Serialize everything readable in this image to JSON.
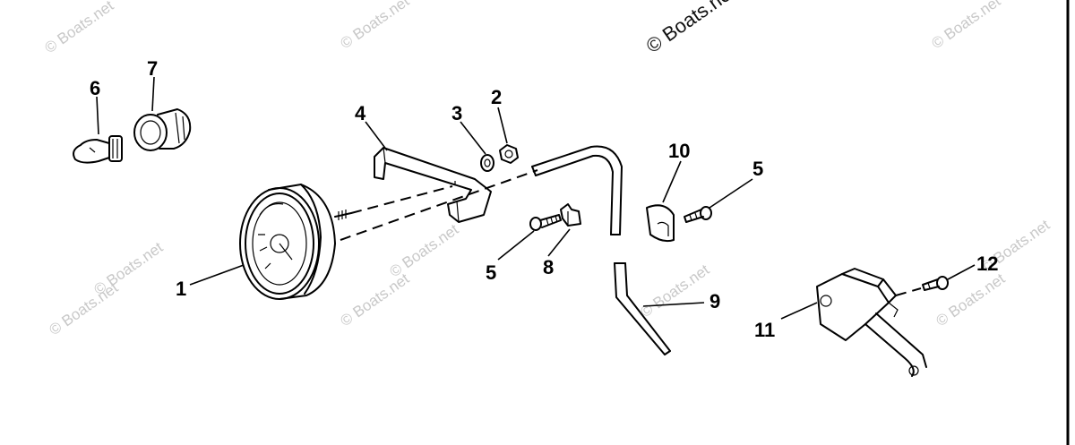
{
  "diagram": {
    "callouts": [
      {
        "id": "1",
        "text": "1"
      },
      {
        "id": "2",
        "text": "2"
      },
      {
        "id": "3",
        "text": "3"
      },
      {
        "id": "4",
        "text": "4"
      },
      {
        "id": "5a",
        "text": "5"
      },
      {
        "id": "5b",
        "text": "5"
      },
      {
        "id": "6",
        "text": "6"
      },
      {
        "id": "7",
        "text": "7"
      },
      {
        "id": "8",
        "text": "8"
      },
      {
        "id": "9",
        "text": "9"
      },
      {
        "id": "10",
        "text": "10"
      },
      {
        "id": "11",
        "text": "11"
      },
      {
        "id": "12",
        "text": "12"
      }
    ],
    "watermarks": [
      "© Boats.net",
      "© Boats.net",
      "© Boats.net",
      "© Boats.net",
      "© Boats.net",
      "© Boats.net",
      "© Boats.net",
      "© Boats.net",
      "© Boats.net",
      "© Boats.net",
      "© Boats.net"
    ]
  }
}
